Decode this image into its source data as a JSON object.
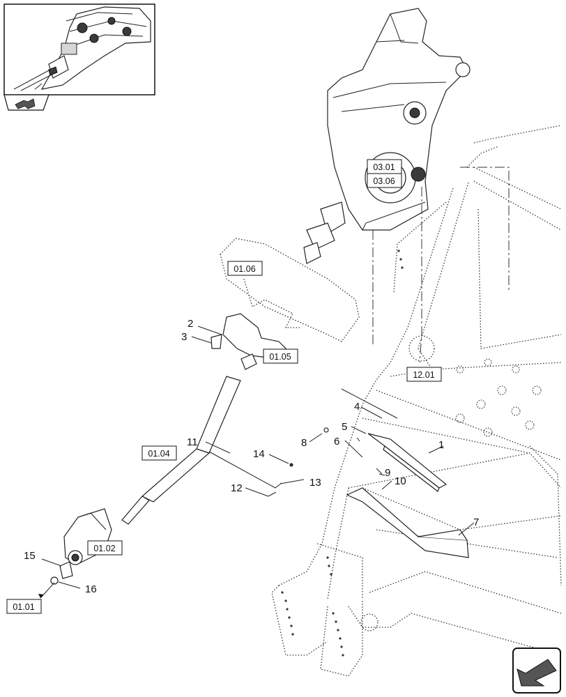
{
  "callouts": {
    "c1": "1",
    "c2": "2",
    "c3": "3",
    "c4": "4",
    "c5": "5",
    "c6": "6",
    "c7": "7",
    "c8": "8",
    "c9": "9",
    "c10": "10",
    "c11": "11",
    "c12": "12",
    "c13": "13",
    "c14": "14",
    "c15": "15",
    "c16": "16"
  },
  "refs": {
    "r0301": "03.01",
    "r0306": "03.06",
    "r0106": "01.06",
    "r0105": "01.05",
    "r1201": "12.01",
    "r0104": "01.04",
    "r0102": "01.02",
    "r0101": "01.01"
  },
  "icons": {
    "overview": "machine-overview-thumbnail-icon",
    "top_arrow": "navigation-arrow-icon",
    "bottom_arrow": "navigation-arrow-icon"
  }
}
